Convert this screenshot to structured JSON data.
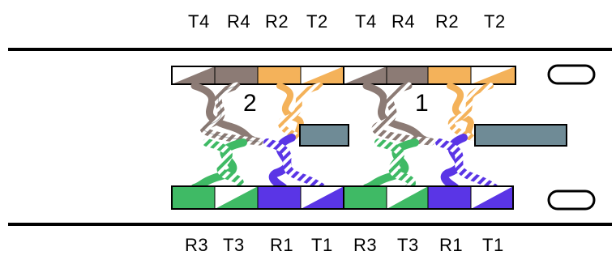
{
  "top_labels": {
    "left": [
      "T4",
      "R4",
      "R2",
      "T2"
    ],
    "right": [
      "T4",
      "R4",
      "R2",
      "T2"
    ]
  },
  "bottom_labels": {
    "left": [
      "R3",
      "T3",
      "R1",
      "T1"
    ],
    "right": [
      "R3",
      "T3",
      "R1",
      "T1"
    ]
  },
  "port_numbers": {
    "left": "2",
    "right": "1"
  },
  "colors": {
    "brown": "#8c7b75",
    "orange": "#f4b25a",
    "green": "#3fba65",
    "blue": "#5a35e6",
    "connector": "#6f8b96",
    "rail": "#000000"
  },
  "icons": [
    "slot-icon-top",
    "slot-icon-bottom"
  ]
}
